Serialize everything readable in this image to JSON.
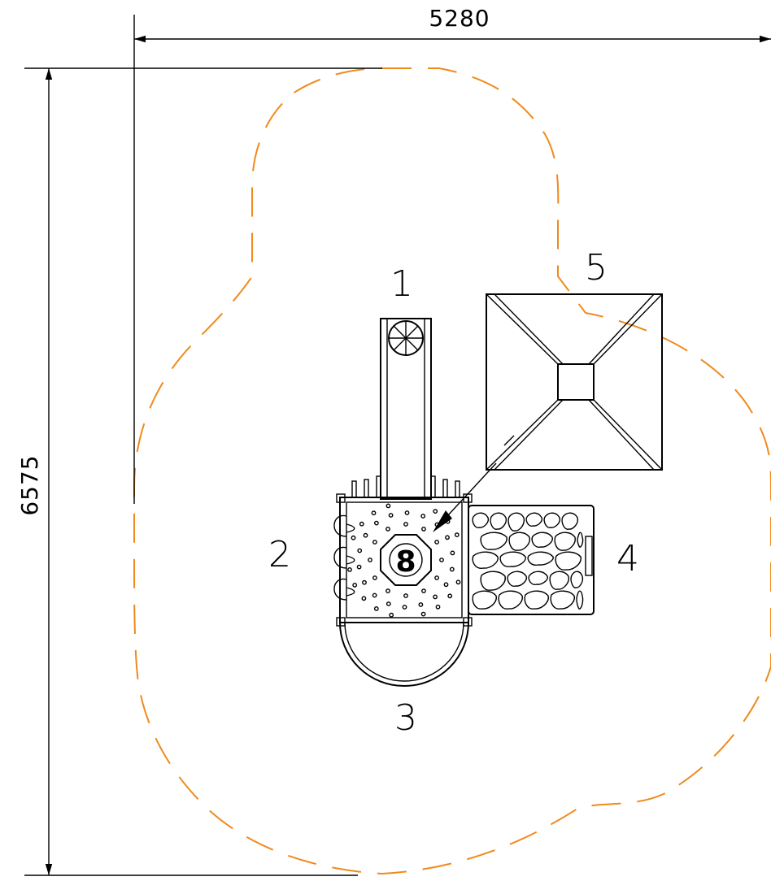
{
  "dimensions": {
    "width_label": "5280",
    "height_label": "6575"
  },
  "components": [
    {
      "id": "slide",
      "label": "1"
    },
    {
      "id": "platform",
      "label": "2"
    },
    {
      "id": "semi-circle-bars",
      "label": "3"
    },
    {
      "id": "climbing-wall",
      "label": "4"
    },
    {
      "id": "roof",
      "label": "5"
    }
  ],
  "platform_badge": "8",
  "colors": {
    "lines": "#000000",
    "safety_zone": "#f08a1c"
  }
}
